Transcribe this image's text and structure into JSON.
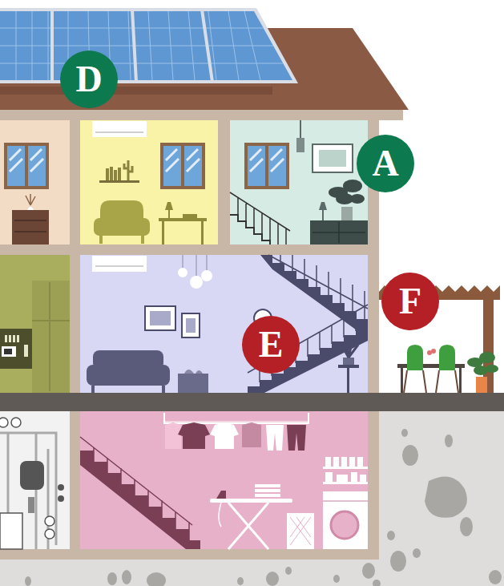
{
  "diagram": {
    "nodes": [
      {
        "text": [
          "D"
        ]
      },
      {
        "text": [
          "A"
        ]
      },
      {
        "text": [
          "F"
        ]
      },
      {
        "text": [
          "E"
        ]
      }
    ]
  }
}
